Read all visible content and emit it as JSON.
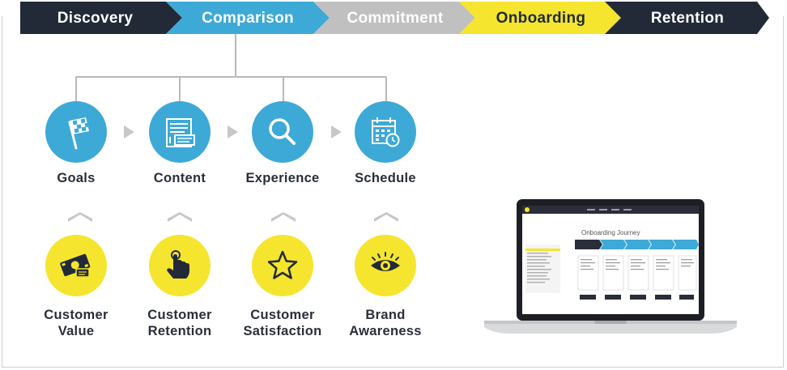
{
  "journey": {
    "stages": [
      {
        "label": "Discovery",
        "color": "#222a38",
        "text_color": "#ffffff"
      },
      {
        "label": "Comparison",
        "color": "#3da9d6",
        "text_color": "#ffffff"
      },
      {
        "label": "Commitment",
        "color": "#c0c0c0",
        "text_color": "#ffffff"
      },
      {
        "label": "Onboarding",
        "color": "#f5e52e",
        "text_color": "#222a38"
      },
      {
        "label": "Retention",
        "color": "#222a38",
        "text_color": "#ffffff"
      }
    ]
  },
  "steps": [
    {
      "label": "Goals",
      "icon": "checkered-flag-icon"
    },
    {
      "label": "Content",
      "icon": "document-list-icon"
    },
    {
      "label": "Experience",
      "icon": "magnifier-icon"
    },
    {
      "label": "Schedule",
      "icon": "calendar-clock-icon"
    }
  ],
  "outcomes": [
    {
      "line1": "Customer",
      "line2": "Value",
      "icon": "money-icon"
    },
    {
      "line1": "Customer",
      "line2": "Retention",
      "icon": "pointing-hand-icon"
    },
    {
      "line1": "Customer",
      "line2": "Satisfaction",
      "icon": "star-icon"
    },
    {
      "line1": "Brand",
      "line2": "Awareness",
      "icon": "eye-icon"
    }
  ],
  "laptop": {
    "screen_title": "Onboarding Journey"
  },
  "colors": {
    "navy": "#222a38",
    "blue": "#3da9d6",
    "gray": "#c0c0c0",
    "yellow": "#f5e52e",
    "connector": "#b9b9b9"
  }
}
